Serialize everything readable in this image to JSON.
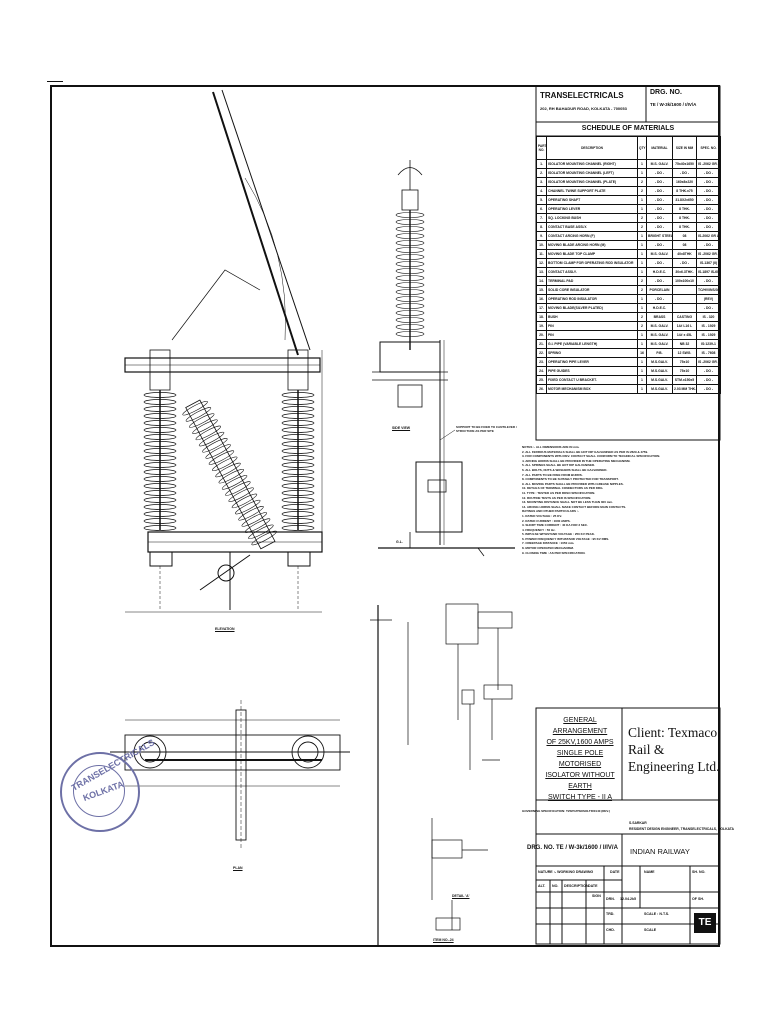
{
  "titleblock": {
    "company": "TRANSELECTRICALS",
    "address": "202, RH BAHADUR ROAD, KOLKATA - 700053",
    "drg_label": "DRG. NO.",
    "drg_no": "TE / W-3k/1600 / I/IV/A",
    "schedule_title": "SCHEDULE OF MATERIALS"
  },
  "bom": {
    "headers": [
      "PART NO.",
      "DESCRIPTION",
      "QTY",
      "MATERIAL",
      "SIZE IN MM",
      "SPEC. NO."
    ],
    "rows": [
      [
        "1.",
        "ISOLATOR MOUNTING CHANNEL (RIGHT)",
        "1",
        "M.S. GALV.",
        "75x40x1650",
        "IS -2062 GR A"
      ],
      [
        "2.",
        "ISOLATOR MOUNTING CHANNEL (LEFT)",
        "1",
        "- DO -",
        "- DO -",
        "- DO -"
      ],
      [
        "3.",
        "ISOLATOR MOUNTING CHANNEL (PLATE)",
        "2",
        "- DO -",
        "160x8x220",
        "- DO -"
      ],
      [
        "4.",
        "CHANNEL TWINE SUPPORT PLATE",
        "2",
        "- DO -",
        "8 THK.x75",
        "- DO -"
      ],
      [
        "5.",
        "OPERATING SHAFT",
        "1",
        "- DO -",
        "31.8X2x650",
        "- DO -"
      ],
      [
        "6.",
        "OPERATING LEVER",
        "1",
        "- DO -",
        "8 THK.",
        "- DO -"
      ],
      [
        "7.",
        "SQ. LOCKING BUSH",
        "2",
        "- DO -",
        "8 THK.",
        "- DO -"
      ],
      [
        "8.",
        "CONTACT BASE ASSLY.",
        "2",
        "- DO -",
        "8 THK.",
        "- DO -"
      ],
      [
        "9.",
        "CONTACT ARCING HORN (F)",
        "1",
        "BRIGHT STEEL",
        "08",
        "IS-2062 GR A"
      ],
      [
        "10.",
        "MOVING BLADE ARCING HORN (M)",
        "1",
        "- DO -",
        "08",
        "- DO -"
      ],
      [
        "11.",
        "MOVING BLADE TOP CLAMP",
        "1",
        "M.S. GALV.",
        "40x8THK",
        "IS -2062 GR A"
      ],
      [
        "12.",
        "BOTTOM CLAMP FOR OPERATING ROD INSULATOR",
        "1",
        "- DO -",
        "- DO -",
        "IS-1367 (II)"
      ],
      [
        "13.",
        "CONTACT ASSLY.",
        "1",
        "H.D.E.C.",
        "30x6.3THK.",
        "IS-1897 IS-6025"
      ],
      [
        "14.",
        "TERMINAL PAD",
        "2",
        "- DO -",
        "100x100x10",
        "- DO -"
      ],
      [
        "15.",
        "SOLID CORE INSULATOR",
        "2",
        "PORCELAIN",
        "",
        "TC/HV/INS/364"
      ],
      [
        "16.",
        "OPERATING ROD INSULATOR",
        "1",
        "- DO -",
        "",
        "(REV)"
      ],
      [
        "17.",
        "MOVING BLADE(SILVER PLATED)",
        "1",
        "H.D.E.C.",
        "",
        "- DO -"
      ],
      [
        "18.",
        "BUSH",
        "2",
        "BRASS",
        "CASTING",
        "IS - 320"
      ],
      [
        "19.",
        "PIN",
        "2",
        "M.S. GALV.",
        "14# L16 L",
        "IS - 1929"
      ],
      [
        "20.",
        "PIN",
        "1",
        "M.S. GALV.",
        "14# x 45L",
        "IS - 1929"
      ],
      [
        "21.",
        "G.I. PIPE (VARIABLE LENGTH)",
        "1",
        "M.S. GALV.",
        "NB 32",
        "IS:1239-1"
      ],
      [
        "22.",
        "SPRING",
        "16",
        "P.B.",
        "12 SWG.",
        "IS - 7608"
      ],
      [
        "23.",
        "OPERATING PIPE LEVER",
        "1",
        "M.S.GALV.",
        "75x10",
        "IS -2062 GR A"
      ],
      [
        "24.",
        "PIPE GUIDES",
        "1",
        "M.S.GALV.",
        "75x10",
        "- DO -"
      ],
      [
        "25.",
        "FIXED CONTACT U BRACKET.",
        "1",
        "M.S.GALV.",
        "STM.x150x5",
        "- DO -"
      ],
      [
        "26.",
        "MOTOR MECHANISM BOX",
        "1",
        "M.S.GALV.",
        "2.03 MM THK.",
        "- DO -"
      ]
    ]
  },
  "notes": [
    "NOTES :-  ALL DIMENSIONS ARE IN mm.",
    "2. ALL FERROUS MATERIALS SHALL BE HOT DIP GALVANISED AS PER IS:2629 & 4759.",
    "3. FOR COMPONENTS WITH REV. CONTACT SHALL CONFORM TO TECHNICAL SPECIFICATION.",
    "4. ARCING HORNS SHALL BE PROVIDED IN THE OPERATING MECHANISM.",
    "5. ALL SPRINGS SHALL BE HOT DIP GALVANISED.",
    "6. ALL BOLTS, NUTS & WASHERS SHALL BE GALVANISED.",
    "7. ALL PARTS TO BE FREE FROM BURRS.",
    "8. COMPONENTS TO BE SUITABLY PROTECTED FOR TRANSPORT.",
    "9. ALL MOVING PARTS SHALL BE PROVIDED WITH GREASE NIPPLES.",
    "10. DETAILS OF TERMINAL CONNECTORS AS PER DRG.",
    "11. TYPE : TESTED AS PER RDSO SPECIFICATION.",
    "12. ROUTINE TESTS AS PER IS SPECIFICATION.",
    "13. MOUNTING DISTANCE SHALL NOT BE LESS THAN 300 mm.",
    "14. ARCING HORNS SHALL MAKE CONTACT BEFORE MAIN CONTACTS.",
    "RATINGS AND OTHER PARTICULARS :-",
    "1. RATED VOLTAGE : 25 KV.",
    "2. RATED CURRENT : 1600 AMPS.",
    "3. SHORT TIME CURRENT : 40 KA FOR 3 SEC.",
    "4. FREQUENCY : 50 Hz.",
    "5. IMPULSE WITHSTAND VOLTAGE : 250 KV PEAK.",
    "6. POWER FREQUENCY WITHSTAND VOLTAGE : 95 KV RMS.",
    "7. CREEPAGE DISTANCE : 1050 mm.",
    "8. MOTOR OPERATED MECHANISM.",
    "9. CLOSING TIME : AS PER SPECIFICATION."
  ],
  "title_block": {
    "ga_title": [
      "GENERAL ARRANGEMENT",
      "OF 25KV,1600 AMPS",
      "SINGLE POLE MOTORISED",
      "ISOLATOR WITHOUT EARTH",
      "SWITCH TYPE - II A"
    ],
    "client": "Client: Texmaco Rail & Engineering Ltd.",
    "spec_ref": "GOVERNING SPECIFICATION: TI/SPC/PSI/ISOLTR/0140 (REV.)",
    "signer": "S.SARKAR",
    "signer_role": "RESIDENT DESIGN ENGINEER, TRANSELECTRICALS, KOLKATA",
    "drg_no2": "DRG. NO. TE / W-3k/1600 / I/IV/A",
    "railway": "INDIAN RAILWAY",
    "nature": "NATURE :- WORKING DRAWING",
    "date_label": "DATE",
    "name_label": "NAME",
    "drn_label": "DRN.",
    "drn_date": "12.04.2k5",
    "trd_label": "TRD.",
    "chd_label": "CHD.",
    "scale_label": "SCALE : N.T.S.",
    "scale2": "SCALE",
    "sh_no": "SH. NO.",
    "of_sh": "OF SH.",
    "rev_cols": [
      "ALT.",
      "NO.",
      "DESCRIPTION",
      "DATE",
      "SIGN"
    ]
  },
  "labels": {
    "elevation": "ELEVATION",
    "side_view": "SIDE VIEW",
    "plan": "PLAN",
    "item_no": "ITEM NO.-24",
    "gl": "G.L.",
    "note_arrow": "SUPPORT TO BE FIXED TO CANTILEVER / STRUCTURE AS PER SITE",
    "detail_a": "DETAIL 'A'"
  },
  "stamp": {
    "brand": "TRANSELECTRICALS",
    "city": "KOLKATA"
  },
  "logo": "TE"
}
